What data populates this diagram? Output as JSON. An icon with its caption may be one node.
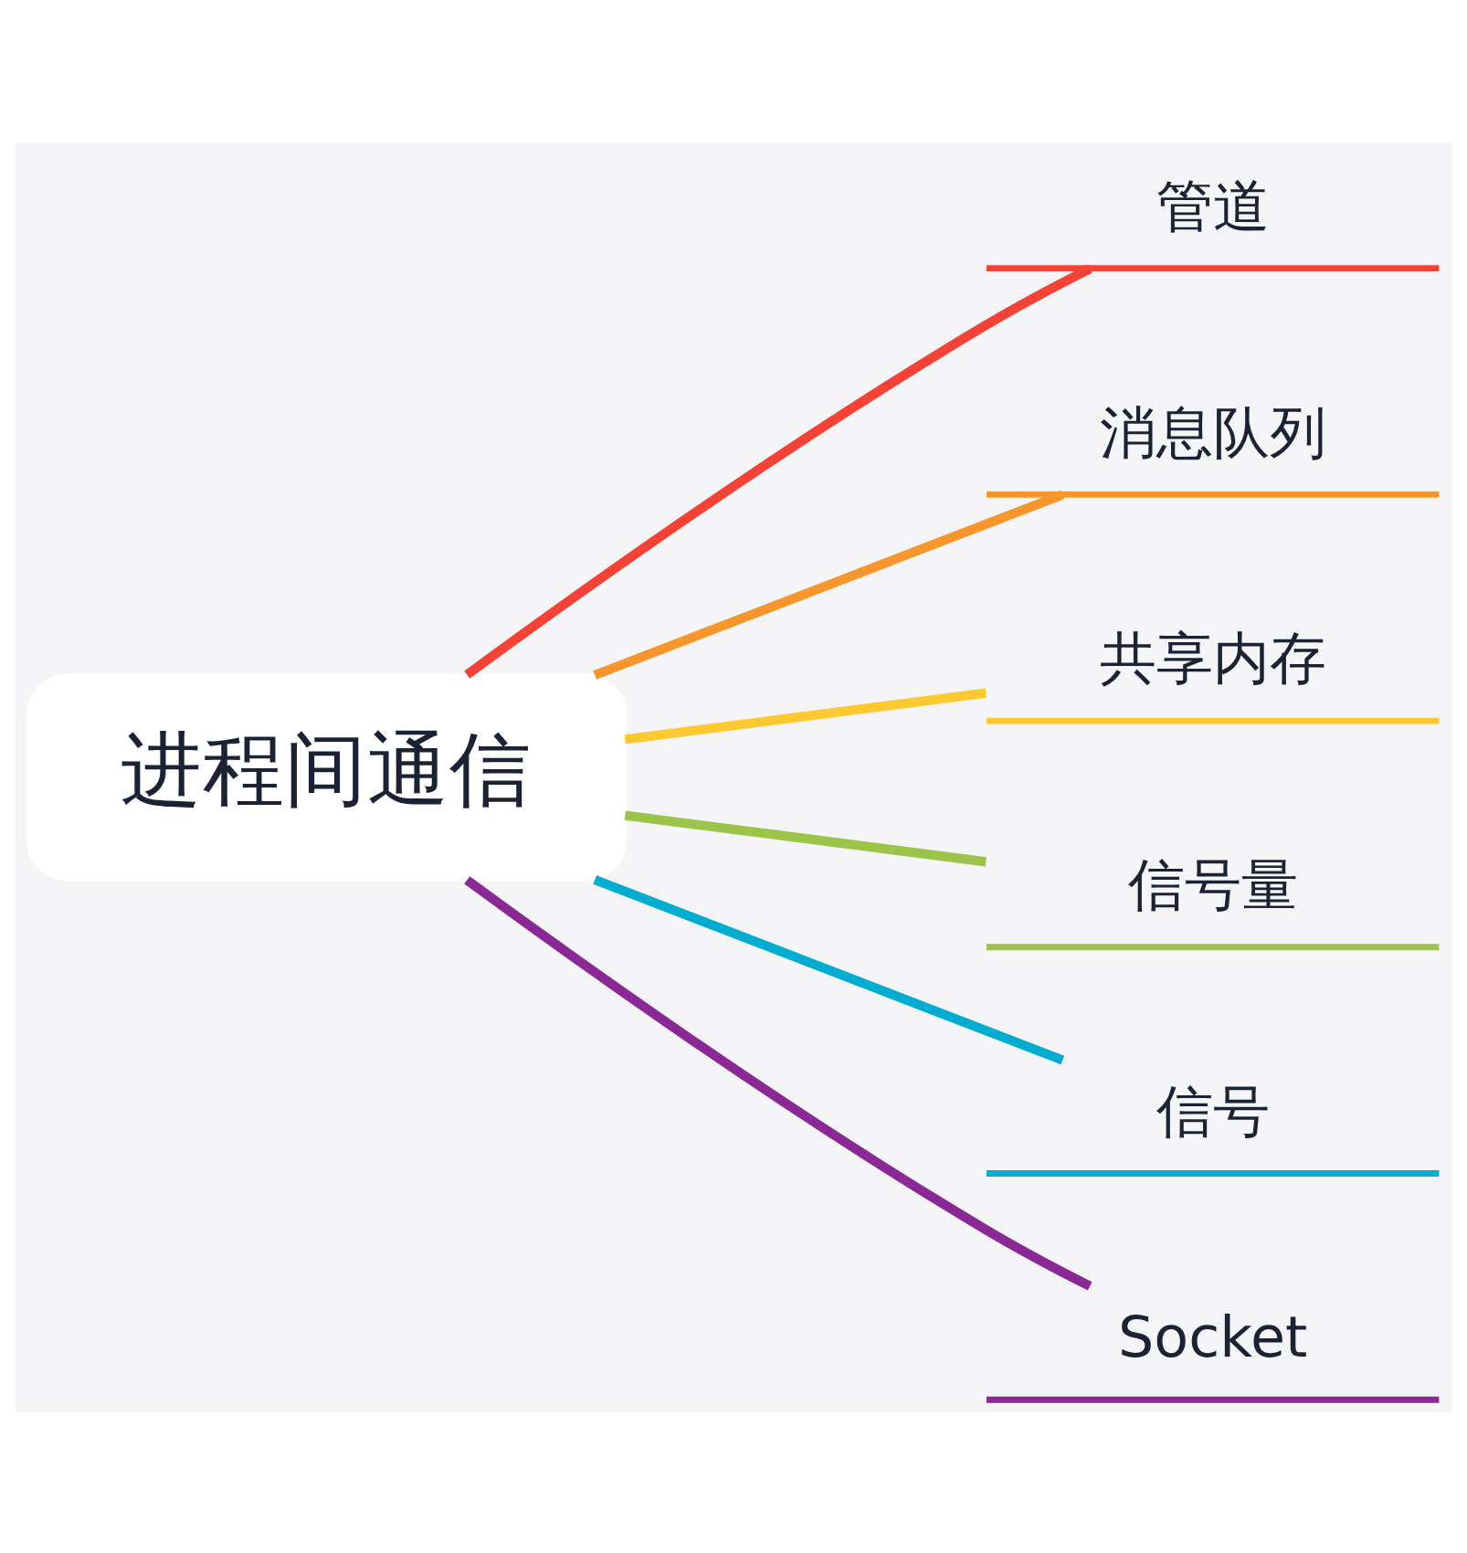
{
  "diagram": {
    "nodes": [
      {
        "text": [
          "进程间通信"
        ]
      },
      {
        "text": [
          "管道"
        ]
      },
      {
        "text": [
          "消息队列"
        ]
      },
      {
        "text": [
          "共享内存"
        ]
      },
      {
        "text": [
          "信号量"
        ]
      },
      {
        "text": [
          "信号"
        ]
      },
      {
        "text": [
          "Socket"
        ]
      }
    ],
    "edges": [
      {
        "from": 0,
        "to": 1,
        "arrow": "none",
        "color": "#f44336"
      },
      {
        "from": 0,
        "to": 2,
        "arrow": "none",
        "color": "#f7962d"
      },
      {
        "from": 0,
        "to": 3,
        "arrow": "none",
        "color": "#fdc830"
      },
      {
        "from": 0,
        "to": 4,
        "arrow": "none",
        "color": "#9cc44a"
      },
      {
        "from": 0,
        "to": 5,
        "arrow": "none",
        "color": "#00acd0"
      },
      {
        "from": 0,
        "to": 6,
        "arrow": "none",
        "color": "#8a2896"
      }
    ]
  }
}
